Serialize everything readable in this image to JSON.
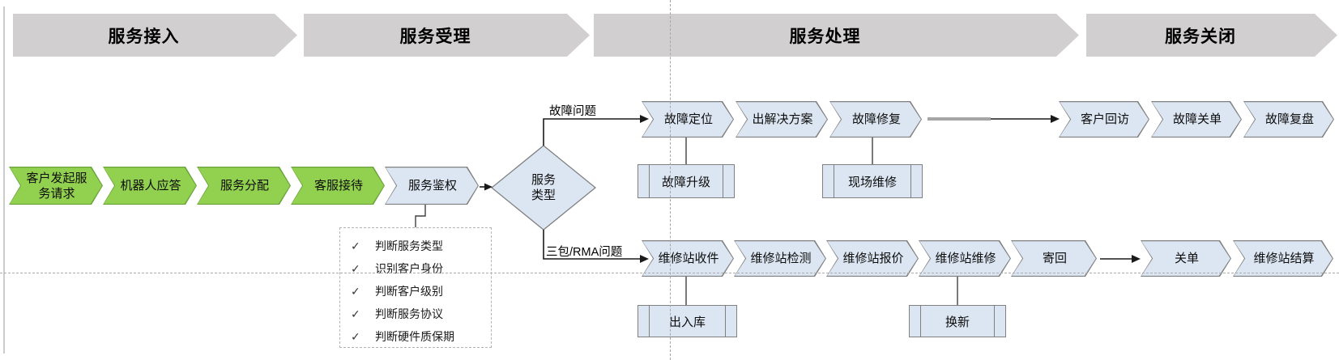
{
  "phases": [
    {
      "label": "服务接入"
    },
    {
      "label": "服务受理"
    },
    {
      "label": "服务处理"
    },
    {
      "label": "服务关闭"
    }
  ],
  "intake_steps": [
    {
      "label": "客户发起服务请求"
    },
    {
      "label": "机器人应答"
    },
    {
      "label": "服务分配"
    },
    {
      "label": "客服接待"
    }
  ],
  "auth_step": {
    "label": "服务鉴权"
  },
  "auth_checklist": {
    "bullet": "✓",
    "items": [
      {
        "text": "判断服务类型"
      },
      {
        "text": "识别客户身份"
      },
      {
        "text": "判断客户级别"
      },
      {
        "text": "判断服务协议"
      },
      {
        "text": "判断硬件质保期"
      }
    ]
  },
  "decision": {
    "label": "服务类型"
  },
  "fault_branch": {
    "condition": "故障问题",
    "steps": [
      {
        "label": "故障定位"
      },
      {
        "label": "出解决方案"
      },
      {
        "label": "故障修复"
      }
    ],
    "substeps": [
      {
        "label": "故障升级"
      },
      {
        "label": "现场维修"
      }
    ],
    "closing_steps": [
      {
        "label": "客户回访"
      },
      {
        "label": "故障关单"
      },
      {
        "label": "故障复盘"
      }
    ]
  },
  "rma_branch": {
    "condition": "三包/RMA问题",
    "steps": [
      {
        "label": "维修站收件"
      },
      {
        "label": "维修站检测"
      },
      {
        "label": "维修站报价"
      },
      {
        "label": "维修站维修"
      },
      {
        "label": "寄回"
      }
    ],
    "substeps": [
      {
        "label": "出入库"
      },
      {
        "label": "换新"
      }
    ],
    "closing_steps": [
      {
        "label": "关单"
      },
      {
        "label": "维修站结算"
      }
    ]
  },
  "colors": {
    "phase_banner_gray": "#d1cfcf",
    "intake_green_fill": "#92d050",
    "intake_green_border": "#69a33b",
    "process_blue_fill": "#dce6f2",
    "process_border_gray": "#808080",
    "guide_line_gray": "#a6a6a6",
    "connector_black": "#1a1a1a"
  }
}
